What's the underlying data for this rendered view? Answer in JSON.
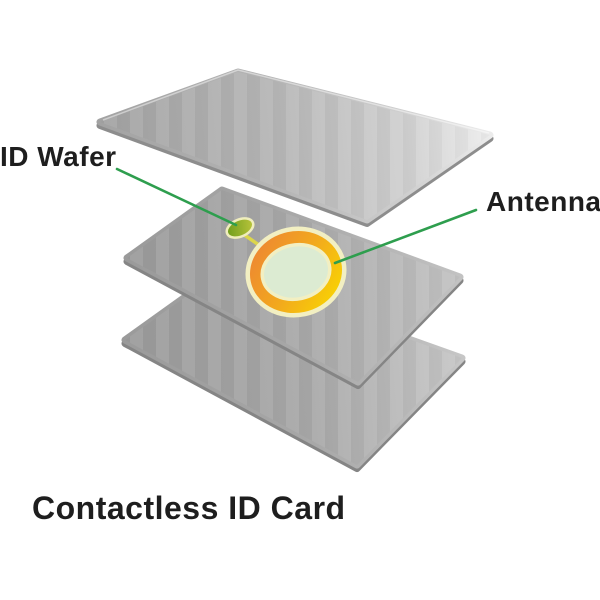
{
  "figure": {
    "caption": "Contactless ID Card",
    "labels": {
      "id_wafer": "ID Wafer",
      "antenna": "Antenna"
    }
  },
  "colors": {
    "background": "#ffffff",
    "label_text": "#1e1e1e",
    "pointer_line_green": "#2E9E4E",
    "coil_orange": "#ED8434",
    "coil_yellow": "#F9D800",
    "coil_outline_cream": "#F2EFC2",
    "coil_core_green": "#DCEBD2",
    "wafer_dark_green": "#6F9D1D",
    "wafer_yellow_green": "#BBC53B",
    "wafer_link_yellow": "#DCD64B",
    "card_gray_dark": "#9B9B9B",
    "card_gray_light": "#C4C4C4",
    "card_edge_gray": "#858585"
  }
}
